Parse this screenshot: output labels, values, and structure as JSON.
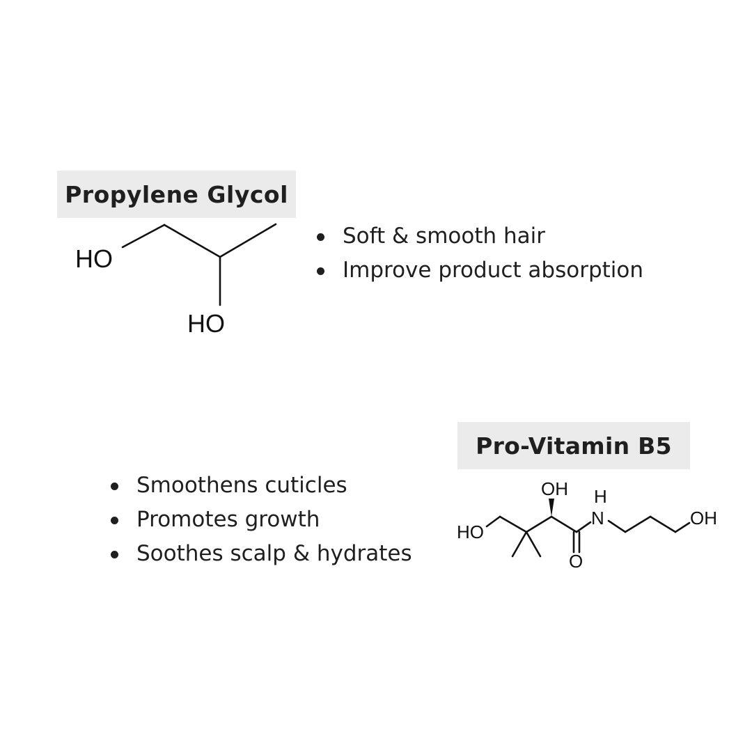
{
  "propylene_glycol": {
    "title": "Propylene Glycol",
    "benefits": [
      "Soft & smooth hair",
      "Improve product absorption"
    ],
    "structure_labels": {
      "ho_left": "HO",
      "ho_bottom": "HO"
    }
  },
  "pro_vitamin_b5": {
    "title": "Pro-Vitamin B5",
    "benefits": [
      "Smoothens cuticles",
      "Promotes growth",
      "Soothes scalp & hydrates"
    ],
    "structure_labels": {
      "ho_left": "HO",
      "oh_top": "OH",
      "h": "H",
      "n": "N",
      "o": "O",
      "oh_right": "OH"
    }
  }
}
